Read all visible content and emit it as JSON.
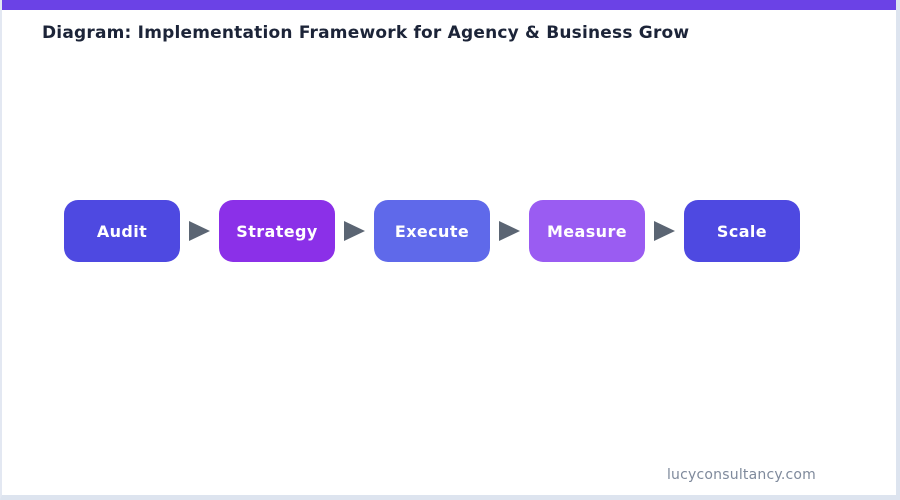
{
  "page": {
    "title": "Diagram: Implementation Framework for Agency & Business Grow",
    "footer_text": "lucyconsultancy.com"
  },
  "colors": {
    "top_bar": "#6b42e6",
    "arrow": "#5b6573",
    "title_text": "#1c2438",
    "footer_text": "#7f8a9c",
    "step_text": "#ffffff"
  },
  "flow": {
    "direction": "left-to-right",
    "steps": [
      {
        "label": "Audit",
        "color": "#4e49e1"
      },
      {
        "label": "Strategy",
        "color": "#8b30e8"
      },
      {
        "label": "Execute",
        "color": "#5f69ea"
      },
      {
        "label": "Measure",
        "color": "#9a5cf2"
      },
      {
        "label": "Scale",
        "color": "#4e49e1"
      }
    ]
  }
}
